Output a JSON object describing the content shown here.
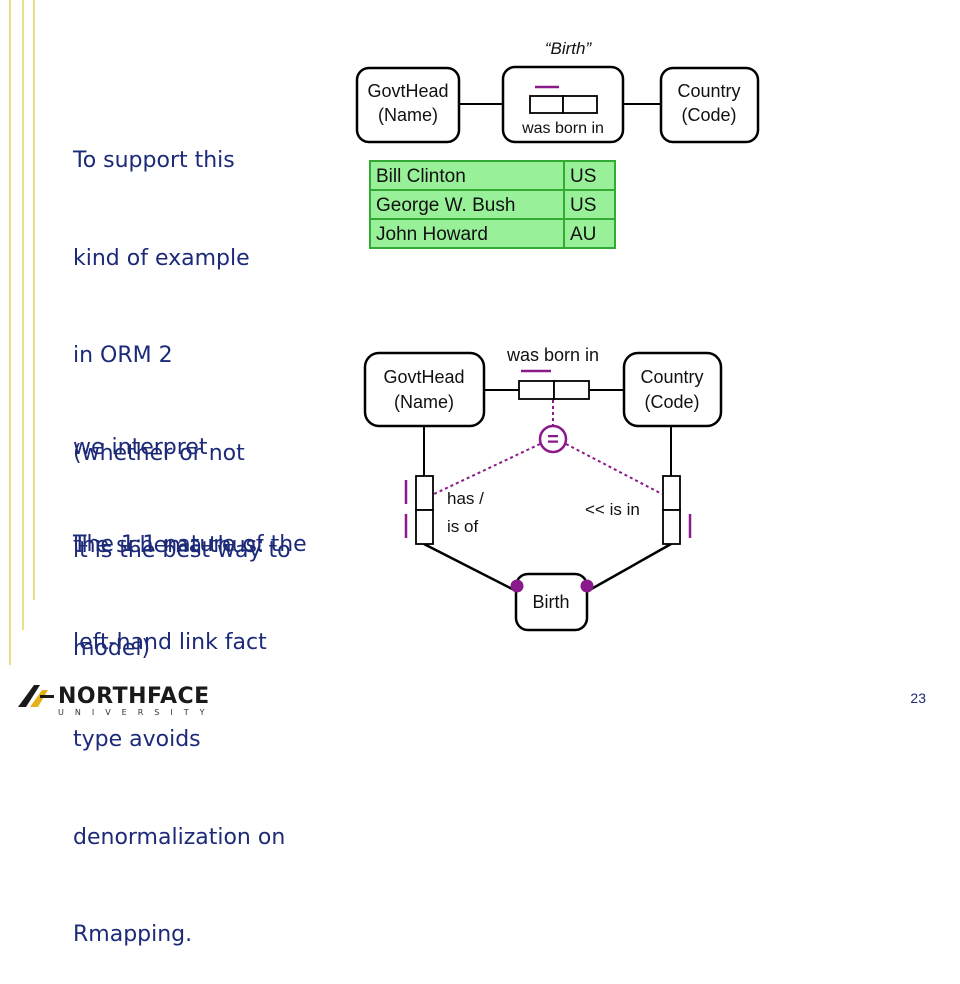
{
  "slide": {
    "intro_lines": [
      "To support this",
      "kind of example",
      "in ORM 2",
      "(whether or not",
      "it is the best way to",
      "model)"
    ],
    "interpret_lines": [
      "we interpret",
      "the schema thus:"
    ],
    "note_lines": [
      "The 1:1 nature of the",
      "left-hand link fact",
      "type avoids",
      "denormalization on",
      "Rmapping."
    ],
    "page_number": "23"
  },
  "top_diagram": {
    "objectified_label": "“Birth”",
    "left_entity": [
      "GovtHead",
      "(Name)"
    ],
    "right_entity": [
      "Country",
      "(Code)"
    ],
    "fact_reading": "was born in",
    "population": [
      {
        "name": "Bill Clinton",
        "code": "US"
      },
      {
        "name": "George W. Bush",
        "code": "US"
      },
      {
        "name": "John Howard",
        "code": "AU"
      }
    ]
  },
  "bottom_diagram": {
    "fact_reading": "was born in",
    "left_entity": [
      "GovtHead",
      "(Name)"
    ],
    "right_entity": [
      "Country",
      "(Code)"
    ],
    "equality_symbol": "=",
    "left_link_reading": [
      "has /",
      "is of"
    ],
    "right_link_reading": "<< is in",
    "birth_entity": "Birth"
  },
  "logo": {
    "word": "NORTHFACE",
    "sub": "UNIVERSITY"
  },
  "colors": {
    "text": "#1c2a78",
    "population_fill": "#98f098",
    "population_border": "#33aa33",
    "constraint": "#8a1a8a",
    "rule": "#e8e08a"
  }
}
